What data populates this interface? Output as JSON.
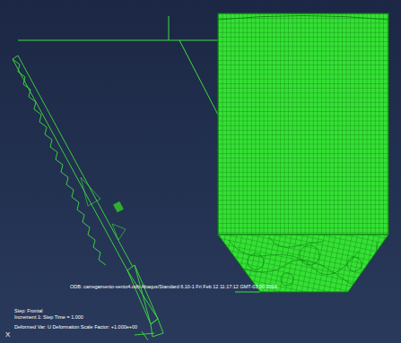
{
  "diagram": {
    "labels": [
      "ODB: carregamento-vento4.odb    Abaqus/Standard 6.10-1    Fri Feb 12 11:17:12 GMT-03:00 2016",
      "Step: Frontal",
      "Increment     1: Step Time =    1.000",
      "Deformed Var: U    Deformation Scale Factor: +1.000e+00",
      "X"
    ]
  }
}
